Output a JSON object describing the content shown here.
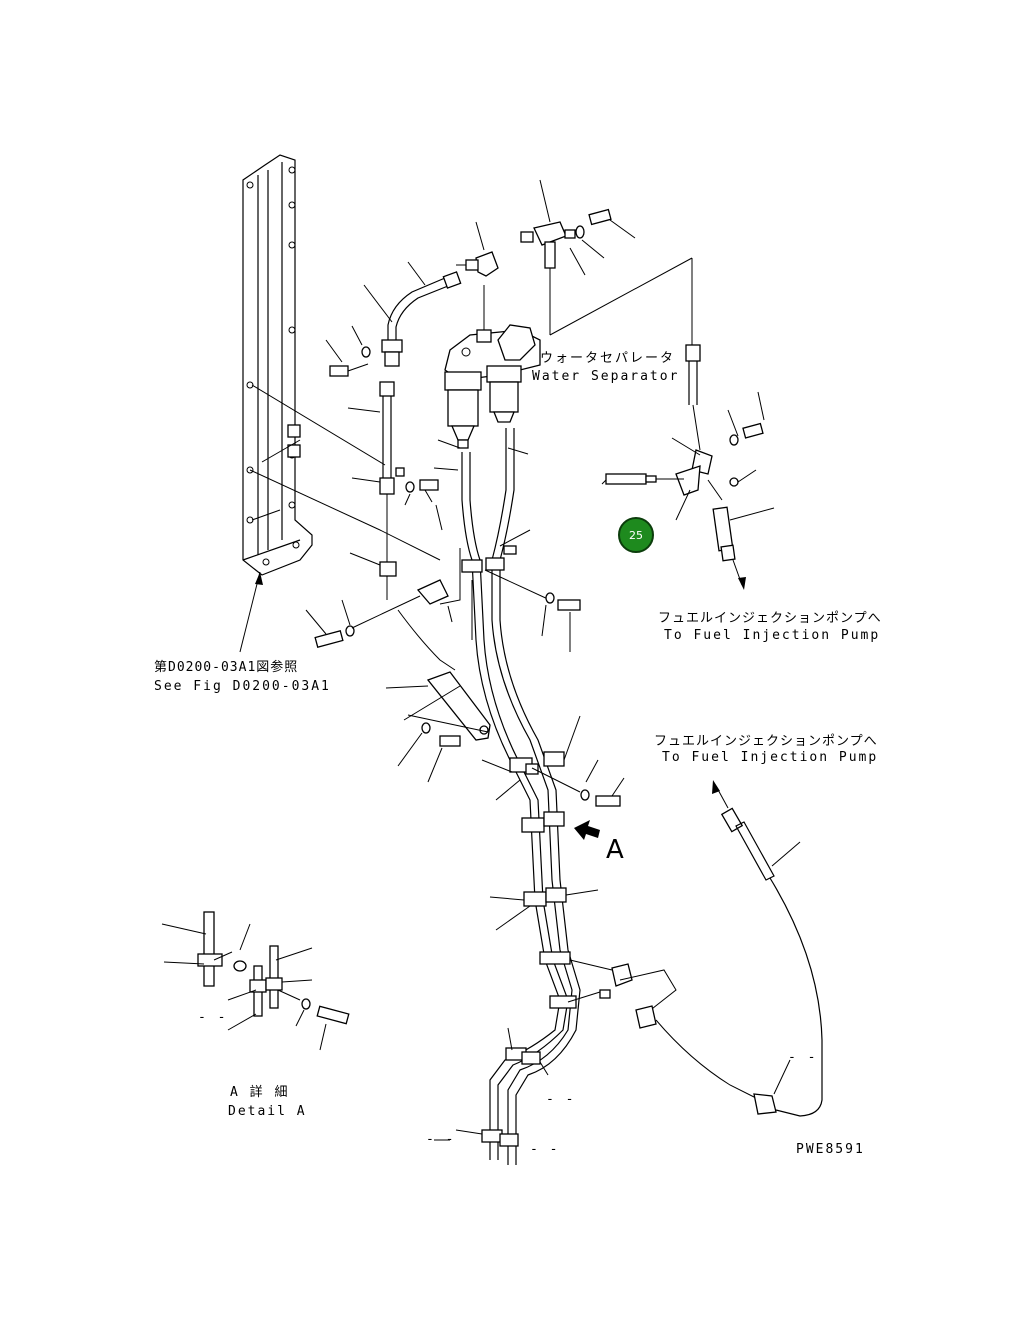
{
  "labels": {
    "water_separator_jp": "ウォータセパレータ",
    "water_separator_en": "Water Separator",
    "fuel_pump_1_jp": "フュエルインジェクションポンプへ",
    "fuel_pump_1_en": "To Fuel Injection Pump",
    "fuel_pump_2_jp": "フュエルインジェクションポンプへ",
    "fuel_pump_2_en": "To Fuel Injection Pump",
    "see_fig_jp": "第D0200-03A1図参照",
    "see_fig_en": "See Fig D0200-03A1",
    "view_arrow": "A",
    "detail_jp": "A 詳 細",
    "detail_en": "Detail A",
    "drawing_id": "PWE8591"
  },
  "callout": {
    "number": "25",
    "color": "#1e8a1e"
  },
  "dashes": [
    "- -",
    "- -",
    "- -",
    "- -",
    "- -"
  ]
}
